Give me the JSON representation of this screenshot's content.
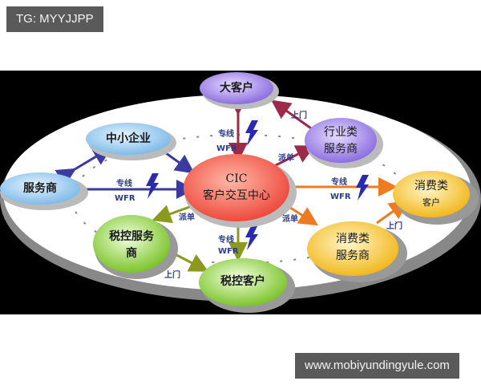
{
  "watermarks": {
    "top_left": "TG: MYYJJPP",
    "bottom_right": "www.mobiyundingyule.com"
  },
  "diagram": {
    "center": {
      "line1": "CIC",
      "line2": "客户交互中心",
      "color": "#f05a4a"
    },
    "nodes": [
      {
        "id": "big-customer",
        "label": "大客户",
        "color": "#9a7ee8"
      },
      {
        "id": "sme",
        "label": "中小企业",
        "color": "#8fc4ee"
      },
      {
        "id": "service-provider",
        "label": "服务商",
        "color": "#8fc4ee"
      },
      {
        "id": "industry-provider",
        "line1": "行业类",
        "line2": "服务商",
        "color": "#9a7ee8"
      },
      {
        "id": "consumer-customer",
        "line1": "消费类",
        "line2": "客户",
        "color": "#f6c335"
      },
      {
        "id": "consumer-provider",
        "line1": "消费类",
        "line2": "服务商",
        "color": "#f6c335"
      },
      {
        "id": "tax-provider",
        "line1": "税控服务",
        "line2": "商",
        "color": "#8fcf3a"
      },
      {
        "id": "tax-customer",
        "label": "税控客户",
        "color": "#8fcf3a"
      }
    ],
    "edge_labels": {
      "dedicated_line": "专线",
      "wfr": "WFR",
      "onsite": "上门",
      "dispatch": "派单"
    }
  }
}
